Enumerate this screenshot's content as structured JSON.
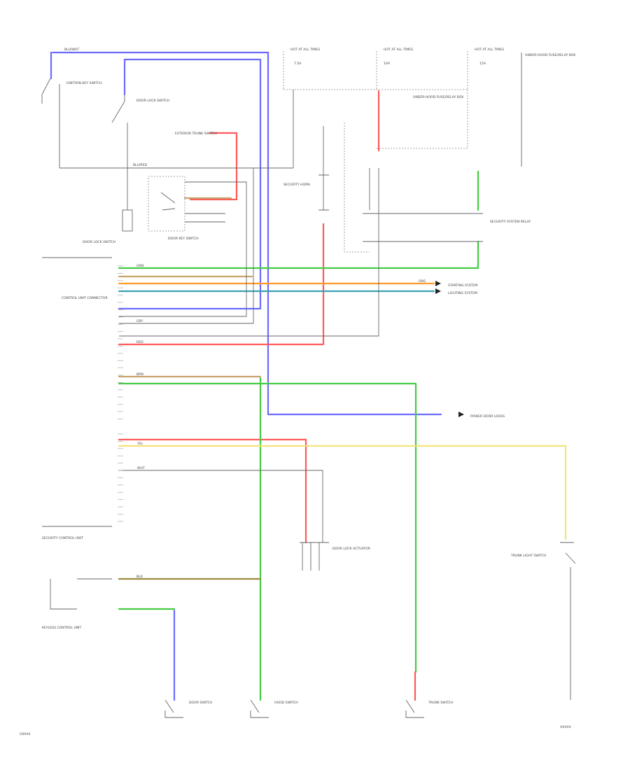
{
  "colors": {
    "blue": "#6b6bff",
    "red": "#ff5a5a",
    "green": "#44cc44",
    "orange": "#ff9a2a",
    "yellow": "#f2e37a",
    "teal": "#3a9fb0",
    "tan": "#c8a46b",
    "gray": "#777777",
    "dark_gray": "#555555",
    "olive": "#9a8a40"
  },
  "fuse_labels": {
    "f1": "HOT AT ALL TIMES",
    "f2": "HOT AT ALL TIMES",
    "f3": "HOT AT ALL TIMES"
  },
  "fuse_ratings": {
    "f1": "7.5A",
    "f2": "10A",
    "f3": "15A"
  },
  "components": {
    "ignition_switch": "IGNITION KEY SWITCH",
    "door_lock_switch": "DOOR LOCK SWITCH",
    "exterior_switch": "EXTERIOR TRUNK SWITCH",
    "door_key_switch": "DOOR KEY SWITCH",
    "security_horn": "SECURITY HORN",
    "underhood_fuse_box": "UNDER-HOOD FUSE/RELAY BOX",
    "security_relay": "SECURITY SYSTEM RELAY",
    "control_unit_connector": "CONTROL UNIT CONNECTOR",
    "security_control_unit": "SECURITY CONTROL UNIT",
    "keyless_control_unit": "KEYLESS CONTROL UNIT",
    "door_lock_actuator": "DOOR LOCK ACTUATOR",
    "trunk_light_switch": "TRUNK LIGHT SWITCH",
    "hood_switch": "HOOD SWITCH",
    "door_switch": "DOOR SWITCH",
    "trunk_switch": "TRUNK SWITCH"
  },
  "destinations": {
    "starting_system": "STARTING SYSTEM",
    "lighting_system": "LIGHTING SYSTEM",
    "power_door_locks": "POWER DOOR LOCKS"
  },
  "wire_colors": {
    "blu_wht": "BLU/WHT",
    "blu_red": "BLU/RED",
    "grn": "GRN",
    "red": "RED",
    "yel": "YEL",
    "wht": "WHT",
    "brn": "BRN",
    "gry": "GRY",
    "org": "ORG",
    "blk": "BLK"
  },
  "footer": {
    "left_code": "G0044",
    "right_code": "XXXXX"
  }
}
